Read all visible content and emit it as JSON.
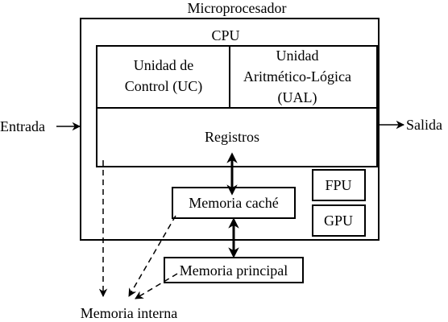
{
  "microprocessor": {
    "label": "Microprocesador"
  },
  "cpu": {
    "label": "CPU"
  },
  "control_unit": {
    "line1": "Unidad de",
    "line2": "Control (UC)"
  },
  "alu": {
    "line1": "Unidad",
    "line2": "Aritmético-Lógica",
    "line3": "(UAL)"
  },
  "registers": {
    "label": "Registros"
  },
  "fpu": {
    "label": "FPU"
  },
  "gpu": {
    "label": "GPU"
  },
  "cache": {
    "label": "Memoria caché"
  },
  "main_memory": {
    "label": "Memoria principal"
  },
  "internal_memory": {
    "label": "Memoria interna"
  },
  "input": {
    "label": "Entrada"
  },
  "output": {
    "label": "Salida"
  }
}
